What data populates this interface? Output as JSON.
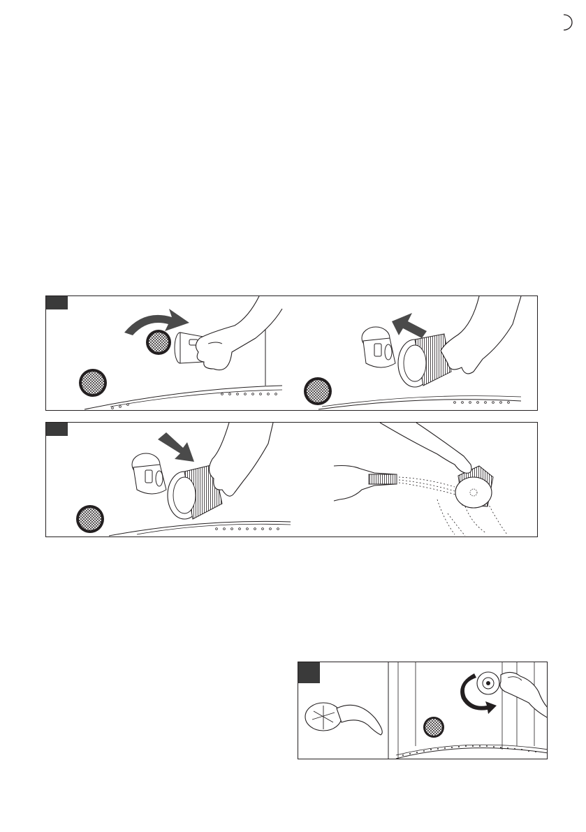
{
  "page": {
    "background": "#ffffff",
    "line_color": "#231f20",
    "arrow_color": "#4a4a4a",
    "tab_color": "#3a3a3a"
  },
  "panels": [
    {
      "id": "remove-filter",
      "illustrations": [
        "rotate-arrow",
        "hand-unscrew-filter-housing",
        "filter-grille",
        "wall-dots"
      ]
    },
    {
      "id": "pull-cartridge",
      "illustrations": [
        "pull-arrow",
        "hand-remove-cartridge",
        "filter-grille",
        "wall-dots"
      ]
    },
    {
      "id": "insert-and-rinse",
      "illustrations": [
        "push-arrow",
        "hand-insert-cartridge",
        "hose-rinse-cartridge",
        "water-spray"
      ]
    },
    {
      "id": "spanner-tighten",
      "illustrations": [
        "spanner-tool",
        "rotate-arrow",
        "hand-turn-fitting",
        "filter-grille"
      ]
    }
  ]
}
